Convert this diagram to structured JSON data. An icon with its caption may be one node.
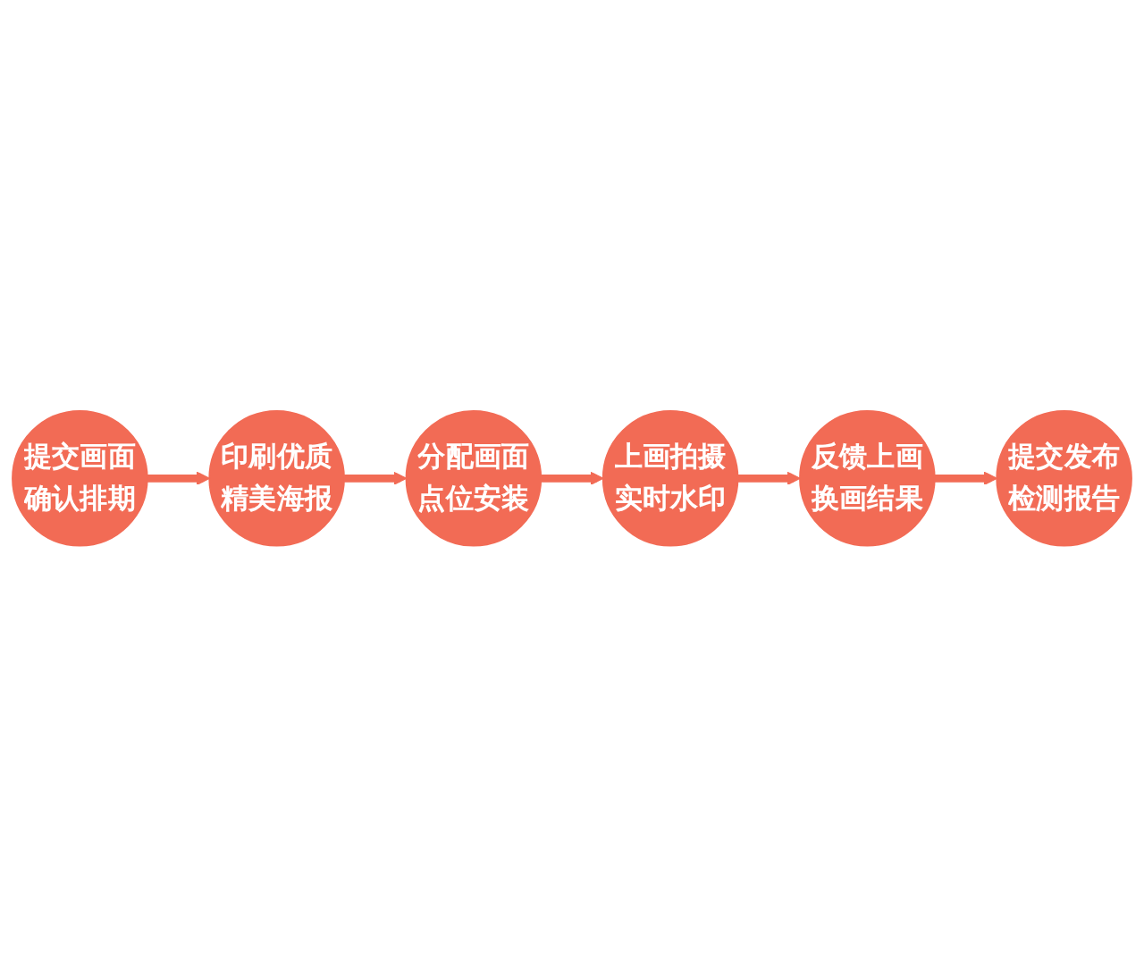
{
  "diagram": {
    "nodes": [
      {
        "text": [
          "提交画面确认排期"
        ]
      },
      {
        "text": [
          "印刷优质精美海报"
        ]
      },
      {
        "text": [
          "分配画面点位安装"
        ]
      },
      {
        "text": [
          "上画拍摄实时水印"
        ]
      },
      {
        "text": [
          "反馈上画换画结果"
        ]
      },
      {
        "text": [
          "提交发布检测报告"
        ]
      }
    ],
    "edges": [
      {
        "from": 0,
        "to": 1,
        "arrow": "to"
      },
      {
        "from": 1,
        "to": 2,
        "arrow": "to"
      },
      {
        "from": 2,
        "to": 3,
        "arrow": "to"
      },
      {
        "from": 3,
        "to": 4,
        "arrow": "to"
      },
      {
        "from": 4,
        "to": 5,
        "arrow": "to"
      }
    ]
  }
}
